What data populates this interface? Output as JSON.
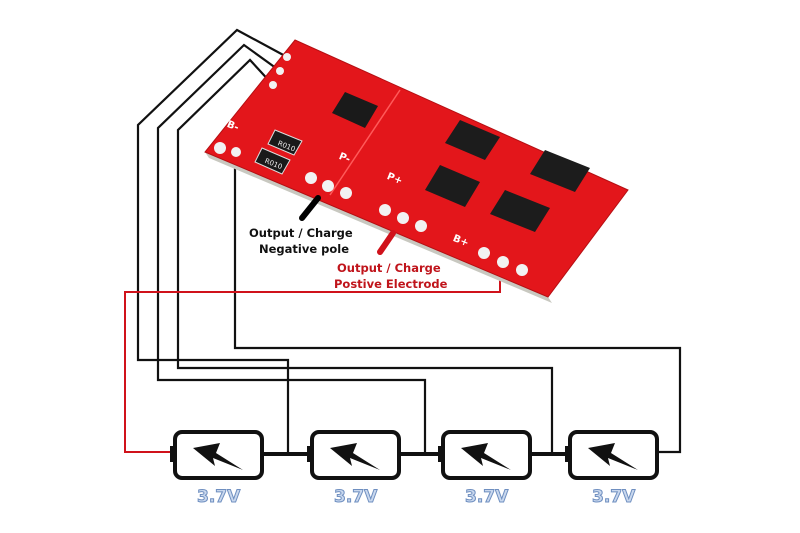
{
  "board": {
    "resistor_marking": [
      "R010",
      "R010"
    ],
    "pad_labels": {
      "b_minus": "B-",
      "p_minus": "P-",
      "p_plus": "P+",
      "b_plus": "B+"
    }
  },
  "labels": {
    "negative_line1": "Output / Charge",
    "negative_line2": "Negative pole",
    "positive_line1": "Output / Charge",
    "positive_line2": "Postive Electrode"
  },
  "batteries": [
    {
      "voltage": "3.7V"
    },
    {
      "voltage": "3.7V"
    },
    {
      "voltage": "3.7V"
    },
    {
      "voltage": "3.7V"
    }
  ],
  "colors": {
    "board": "#e3161b",
    "negative": "#000000",
    "positive": "#d0121b",
    "voltage_text": "#6f8fc0"
  }
}
